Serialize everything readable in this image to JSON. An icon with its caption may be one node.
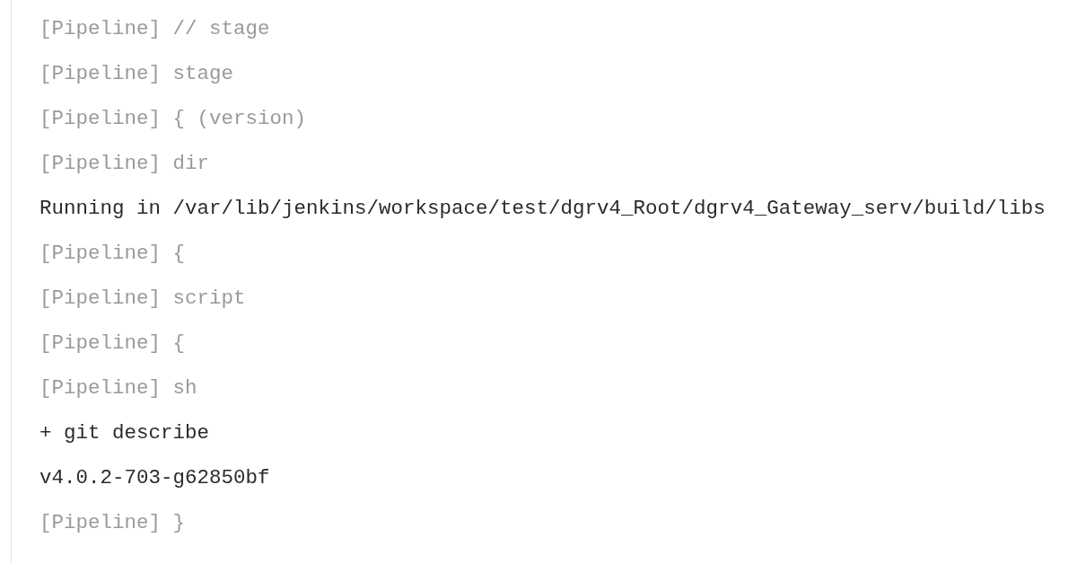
{
  "diagram": {
    "labels": [
      "[Pipeline] // stage",
      "[Pipeline] stage",
      "[Pipeline] { (version)",
      "[Pipeline] dir",
      "Running in /var/lib/jenkins/workspace/test/dgrv4_Root/dgrv4_Gateway_serv/build/libs",
      "[Pipeline] {",
      "[Pipeline] script",
      "[Pipeline] {",
      "[Pipeline] sh",
      "+ git describe",
      "v4.0.2-703-g62850bf",
      "[Pipeline] }"
    ]
  }
}
